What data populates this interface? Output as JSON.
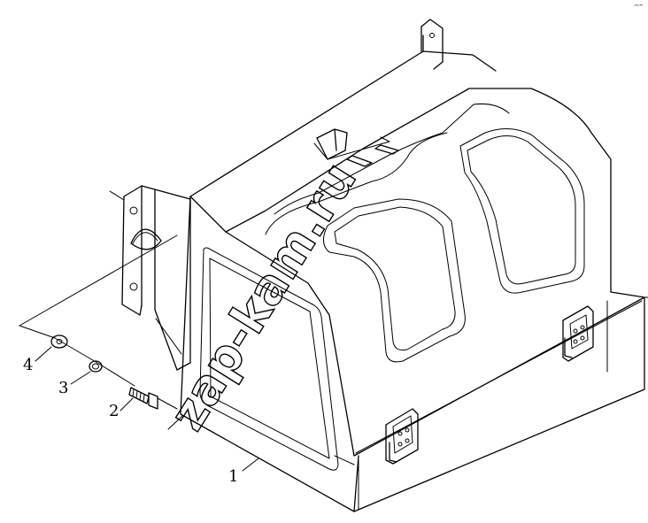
{
  "diagram": {
    "callouts": [
      {
        "id": "1",
        "label": "1"
      },
      {
        "id": "2",
        "label": "2"
      },
      {
        "id": "3",
        "label": "3"
      },
      {
        "id": "4",
        "label": "4"
      }
    ],
    "watermark": "zap-kam.ru",
    "corner_mark": "⌢–"
  }
}
